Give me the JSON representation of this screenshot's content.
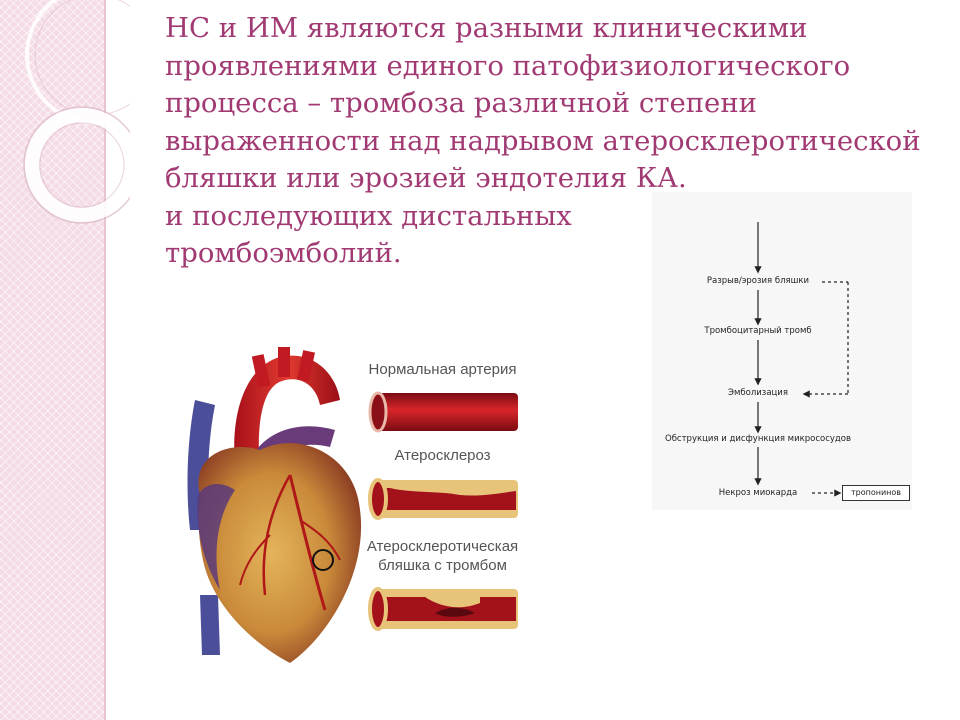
{
  "slide": {
    "title_lines": [
      "НС и ИМ являются разными клиническими",
      "проявлениями единого патофизиологического",
      "процесса – тромбоза различной степени",
      "выраженности над надрывом атеросклеротической",
      "бляшки или эрозией эндотелия КА.",
      "и последующих дистальных",
      "тромбоэмболий."
    ]
  },
  "flowchart": {
    "steps": [
      "Разрыв/эрозия бляшки",
      "Тромбоцитарный тромб",
      "Эмболизация",
      "Обструкция и дисфункция микрососудов",
      "Некроз миокарда"
    ],
    "side_box": "тропонинов"
  },
  "illustration": {
    "labels": {
      "normal": "Нормальная артерия",
      "athero": "Атеросклероз",
      "plaque_line1": "Атеросклеротическая",
      "plaque_line2": "бляшка с тромбом"
    }
  },
  "colors": {
    "title": "#a13a73",
    "strip": "#f4dce6",
    "artery_red": "#b3141c",
    "plaque_yellow": "#e8c37a"
  }
}
